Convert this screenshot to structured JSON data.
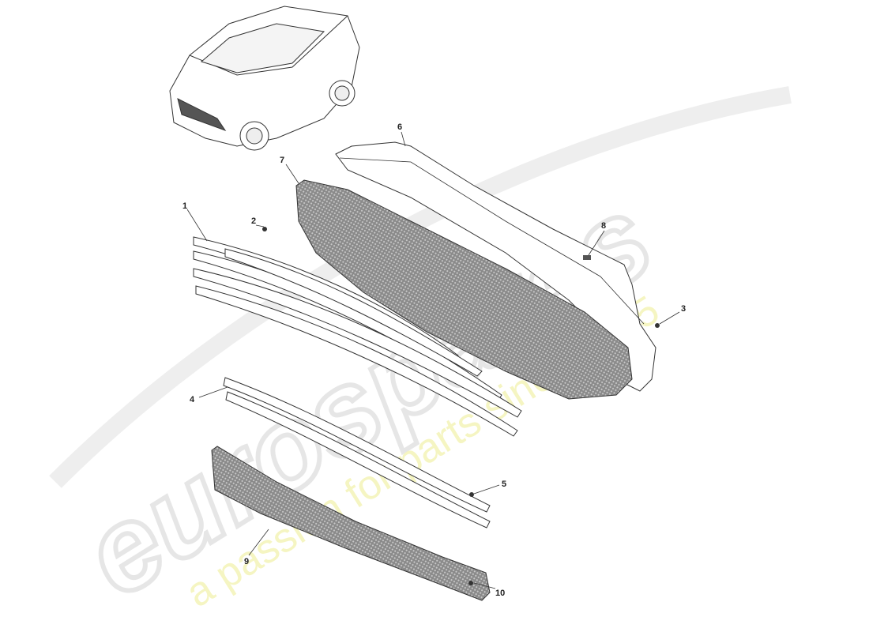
{
  "watermark": {
    "brand": "eurospares",
    "tagline": "a passion for parts since 1985",
    "brand_color": "#e6e6e6",
    "tagline_color": "#f0f0a0"
  },
  "diagram": {
    "callouts": [
      {
        "id": "1",
        "label": "1"
      },
      {
        "id": "2",
        "label": "2"
      },
      {
        "id": "3",
        "label": "3"
      },
      {
        "id": "4",
        "label": "4"
      },
      {
        "id": "5",
        "label": "5"
      },
      {
        "id": "6",
        "label": "6"
      },
      {
        "id": "7",
        "label": "7"
      },
      {
        "id": "8",
        "label": "8"
      },
      {
        "id": "9",
        "label": "9"
      },
      {
        "id": "10",
        "label": "10"
      }
    ]
  }
}
